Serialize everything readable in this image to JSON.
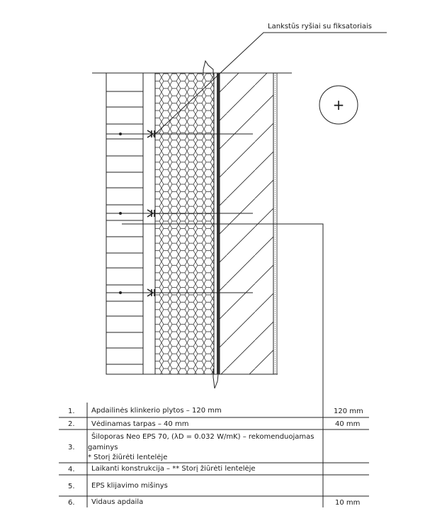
{
  "callout_label": "Lankstūs ryšiai su fiksatoriais",
  "north_symbol": "+",
  "layers": [
    {
      "num": "1.",
      "lines": [
        "Apdailinės klinkerio plytos – 120 mm"
      ],
      "thickness": "120 mm"
    },
    {
      "num": "2.",
      "lines": [
        "Vėdinamas tarpas – 40 mm"
      ],
      "thickness": "40 mm"
    },
    {
      "num": "3.",
      "lines": [
        "Šiloporas Neo EPS 70, (λD = 0.032 W/mK) – rekomenduojamas",
        "gaminys",
        "* Storį žiūrėti lentelėje"
      ],
      "thickness": ""
    },
    {
      "num": "4.",
      "lines": [
        "Laikanti konstrukcija – ** Storį žiūrėti lentelėje"
      ],
      "thickness": ""
    },
    {
      "num": "5.",
      "lines": [
        "EPS klijavimo mišinys"
      ],
      "thickness": ""
    },
    {
      "num": "6.",
      "lines": [
        "Vidaus apdaila"
      ],
      "thickness": "10 mm"
    }
  ]
}
